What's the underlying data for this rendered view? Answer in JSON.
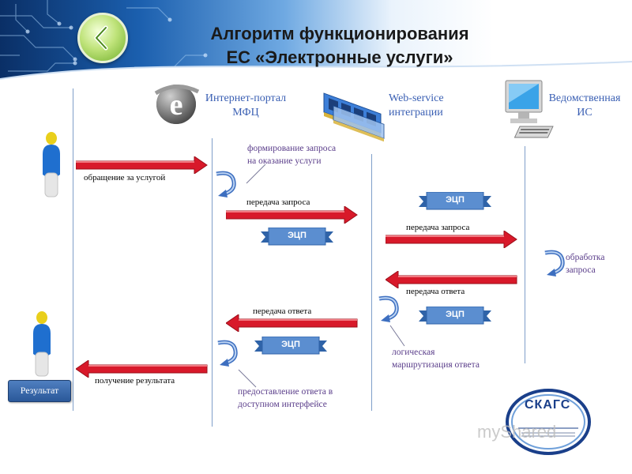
{
  "header": {
    "title_line1": "Алгоритм функционирования",
    "title_line2": "ЕС «Электронные услуги»"
  },
  "actors": {
    "portal": {
      "line1": "Интернет-портал",
      "line2": "МФЦ"
    },
    "webservice": {
      "line1": "Web-service",
      "line2": "интеграции"
    },
    "agency": {
      "line1": "Ведомственная",
      "line2": "ИС"
    }
  },
  "notes": {
    "form_request_1": "формирование запроса",
    "form_request_2": "на оказание услуги",
    "process_1": "обработка",
    "process_2": "запроса",
    "routing_1": "логическая",
    "routing_2": "маршрутизация ответа",
    "provide_1": "предоставление ответа в",
    "provide_2": "доступном интерфейсе"
  },
  "messages": {
    "request_service": "обращение за услугой",
    "send_request_1": "передача запроса",
    "send_request_2": "передача запроса",
    "send_reply_1": "передача ответа",
    "send_reply_2": "передача ответа",
    "get_result": "получение результата"
  },
  "ecp_label": "ЭЦП",
  "result_button": "Результат",
  "logo": {
    "name": "СКАГС",
    "watermark": "myShared"
  },
  "colors": {
    "arrow": "#d8192a",
    "ecp": "#5b8ed0",
    "lane": "#7f9fc9",
    "note": "#5a3d8a",
    "actor": "#3a5fb3"
  }
}
